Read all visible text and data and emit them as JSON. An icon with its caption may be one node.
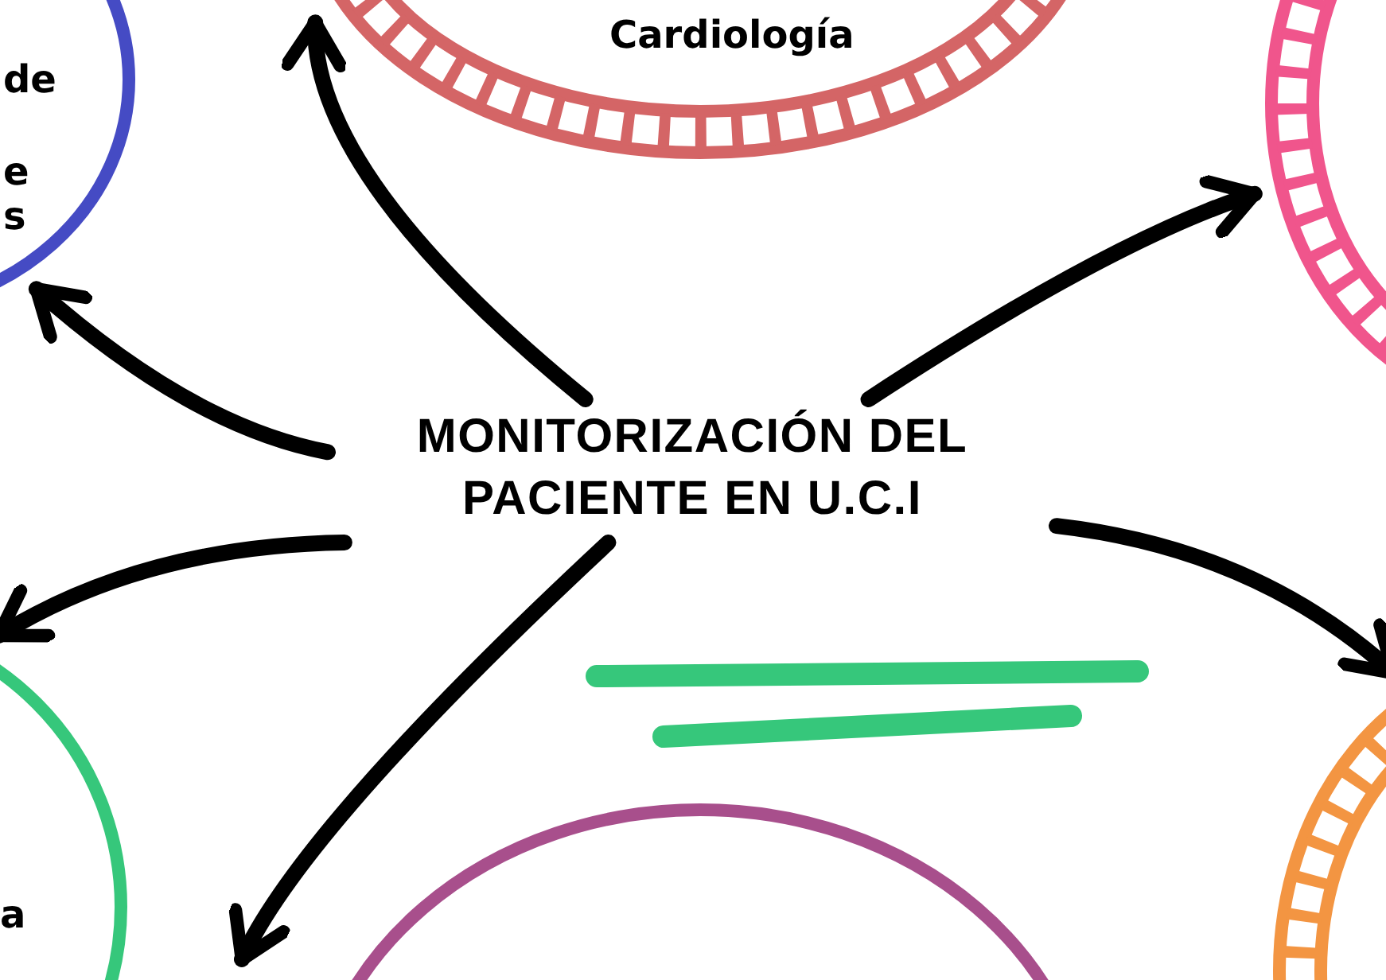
{
  "diagram": {
    "nodes": [
      {
        "text": [
          "MONITORIZACIÓN DEL PACIENTE EN U.C.I"
        ]
      },
      {
        "text": [
          "de",
          "e",
          "s"
        ]
      },
      {
        "text": [
          "Cardiología"
        ]
      },
      {
        "text": [],
        "shape": "circle"
      },
      {
        "text": [
          "a"
        ]
      },
      {
        "text": [],
        "shape": "circle"
      },
      {
        "text": [],
        "shape": "circle"
      }
    ],
    "edges": [
      {
        "from": 0,
        "to": 1,
        "arrow": "to"
      },
      {
        "from": 0,
        "to": 2,
        "arrow": "to"
      },
      {
        "from": 0,
        "to": 3,
        "arrow": "to"
      },
      {
        "from": 0,
        "to": 4,
        "arrow": "to"
      },
      {
        "from": 0,
        "to": 5,
        "arrow": "to"
      },
      {
        "from": 0,
        "to": null,
        "arrow": "to"
      }
    ]
  }
}
